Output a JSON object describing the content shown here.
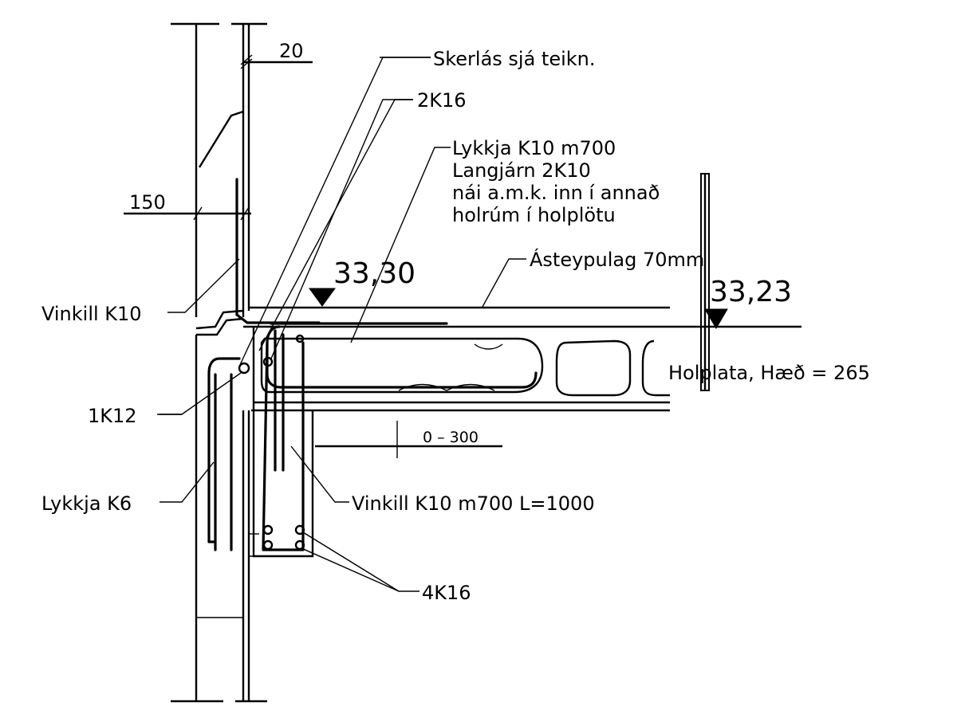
{
  "dimensions": {
    "top_gap": "20",
    "wall_offset": "150",
    "bearing_range": "0 – 300"
  },
  "levels": {
    "slab_top": "33,30",
    "hollowcore_top": "33,23"
  },
  "labels": {
    "shear_key": "Skerlás sjá teikn.",
    "top_bars": "2K16",
    "loop_line1": "Lykkja K10 m700",
    "loop_line2": "Langjárn 2K10",
    "loop_line3": "nái a.m.k. inn í annað",
    "loop_line4": "holrúm í holplötu",
    "topping": "Ásteypulag 70mm",
    "angle_left": "Vinkill K10",
    "hollowcore": "Holplata, Hæð = 265",
    "single_bar": "1K12",
    "loop_k6": "Lykkja K6",
    "angle_vertical": "Vinkill K10 m700 L=1000",
    "bottom_bars": "4K16"
  }
}
